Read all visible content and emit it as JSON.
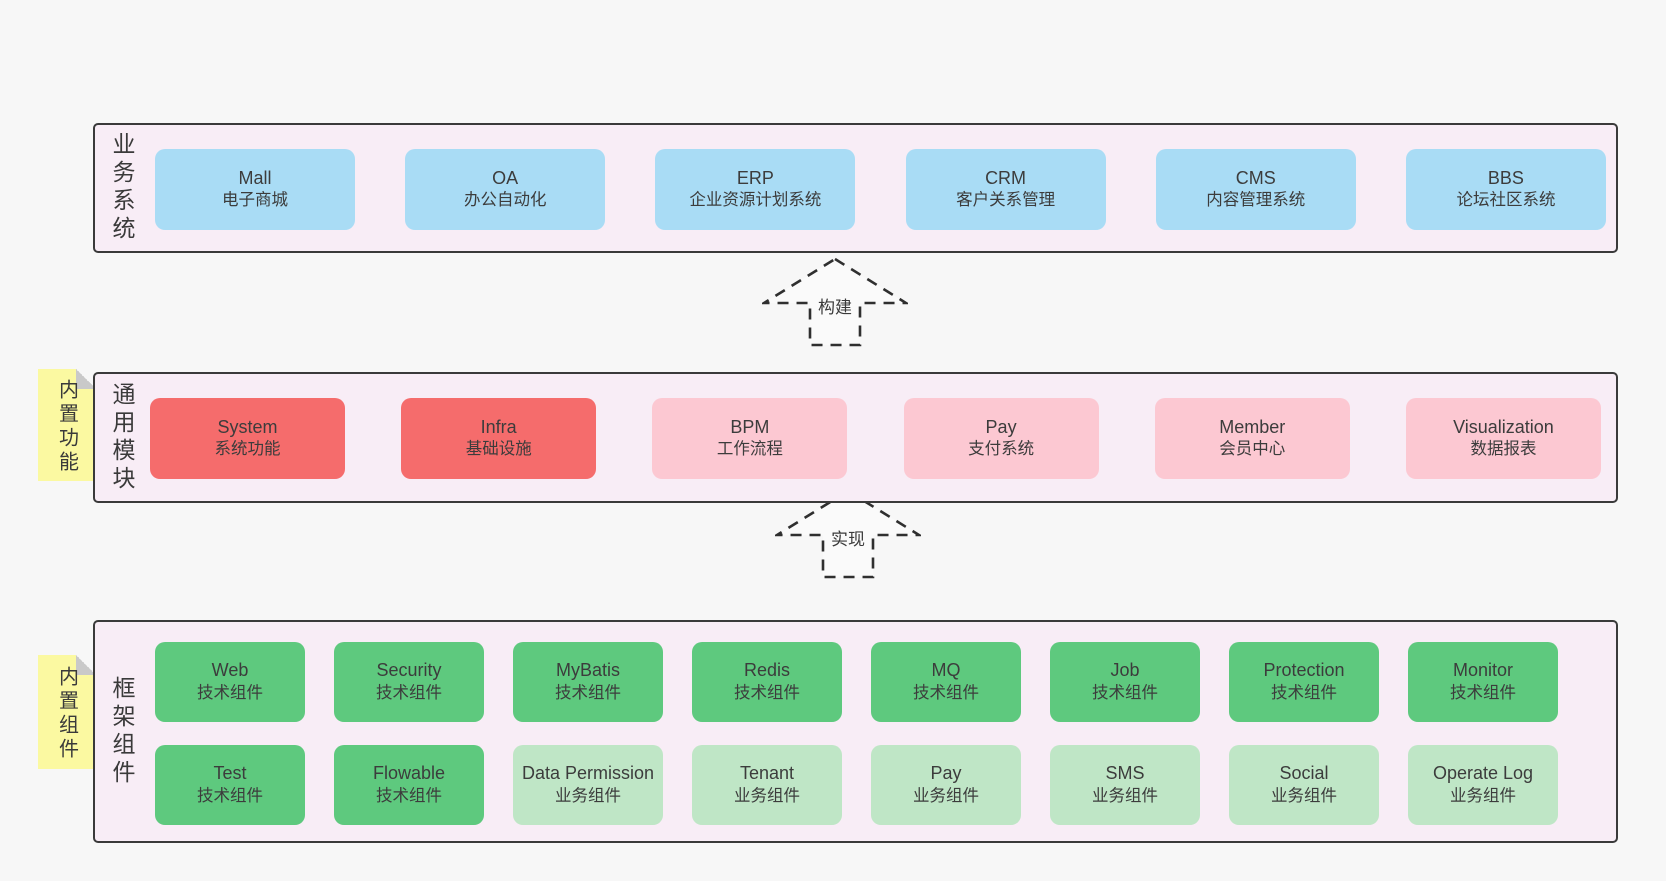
{
  "diagram": {
    "layers": [
      {
        "label": "业务系统",
        "boxes": [
          {
            "en": "Mall",
            "zh": "电子商城"
          },
          {
            "en": "OA",
            "zh": "办公自动化"
          },
          {
            "en": "ERP",
            "zh": "企业资源计划系统"
          },
          {
            "en": "CRM",
            "zh": "客户关系管理"
          },
          {
            "en": "CMS",
            "zh": "内容管理系统"
          },
          {
            "en": "BBS",
            "zh": "论坛社区系统"
          }
        ]
      },
      {
        "label": "通用模块",
        "note": "内置功能",
        "boxes": [
          {
            "en": "System",
            "zh": "系统功能"
          },
          {
            "en": "Infra",
            "zh": "基础设施"
          },
          {
            "en": "BPM",
            "zh": "工作流程"
          },
          {
            "en": "Pay",
            "zh": "支付系统"
          },
          {
            "en": "Member",
            "zh": "会员中心"
          },
          {
            "en": "Visualization",
            "zh": "数据报表"
          }
        ]
      },
      {
        "label": "框架组件",
        "note": "内置组件",
        "rows": [
          [
            {
              "en": "Web",
              "zh": "技术组件"
            },
            {
              "en": "Security",
              "zh": "技术组件"
            },
            {
              "en": "MyBatis",
              "zh": "技术组件"
            },
            {
              "en": "Redis",
              "zh": "技术组件"
            },
            {
              "en": "MQ",
              "zh": "技术组件"
            },
            {
              "en": "Job",
              "zh": "技术组件"
            },
            {
              "en": "Protection",
              "zh": "技术组件"
            },
            {
              "en": "Monitor",
              "zh": "技术组件"
            }
          ],
          [
            {
              "en": "Test",
              "zh": "技术组件"
            },
            {
              "en": "Flowable",
              "zh": "技术组件"
            },
            {
              "en": "Data Permission",
              "zh": "业务组件"
            },
            {
              "en": "Tenant",
              "zh": "业务组件"
            },
            {
              "en": "Pay",
              "zh": "业务组件"
            },
            {
              "en": "SMS",
              "zh": "业务组件"
            },
            {
              "en": "Social",
              "zh": "业务组件"
            },
            {
              "en": "Operate Log",
              "zh": "业务组件"
            }
          ]
        ]
      }
    ],
    "arrows": [
      {
        "label": "构建"
      },
      {
        "label": "实现"
      }
    ],
    "colors": {
      "page_bg": "#f7f7f7",
      "band_bg": "#f8edf6",
      "band_border": "#3a3a3a",
      "blue_box": "#a9dcf5",
      "red_box": "#f56c6c",
      "pink_box": "#fcc8d2",
      "green_box": "#5ec97e",
      "light_green_box": "#bfe6c6",
      "sticky_note": "#fbf9a1",
      "note_fold": "#c9c9c9",
      "text": "#3c3c3c"
    }
  }
}
